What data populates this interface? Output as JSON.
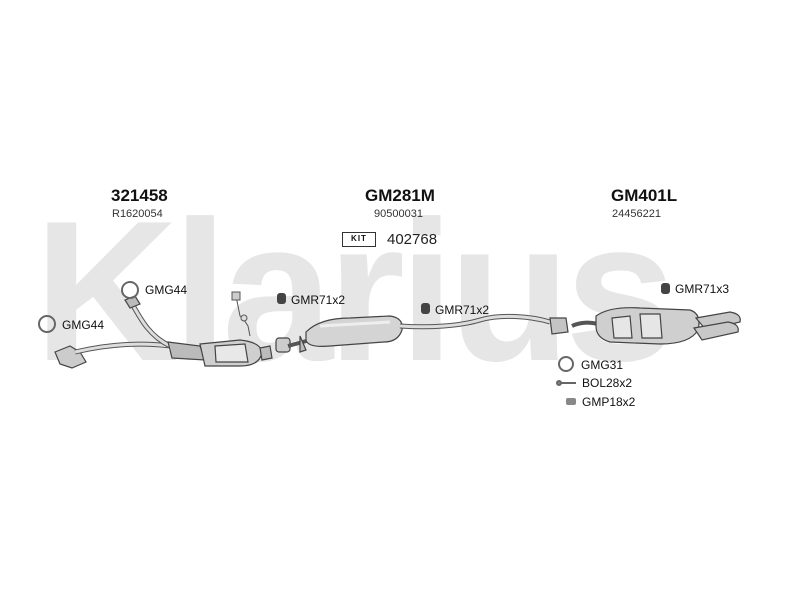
{
  "watermark": "Klarius",
  "sections": [
    {
      "part_no": "321458",
      "oe_no": "R1620054"
    },
    {
      "part_no": "GM281M",
      "oe_no": "90500031"
    },
    {
      "part_no": "GM401L",
      "oe_no": "24456221"
    }
  ],
  "kit": {
    "badge": "KIT",
    "number": "402768"
  },
  "fittings": {
    "gmg44_upper": "GMG44",
    "gmg44_lower": "GMG44",
    "gmr71_front": "GMR71x2",
    "gmr71_mid": "GMR71x2",
    "gmr71_rear": "GMR71x3",
    "gmg31": "GMG31",
    "bol28": "BOL28x2",
    "gmp18": "GMP18x2"
  }
}
